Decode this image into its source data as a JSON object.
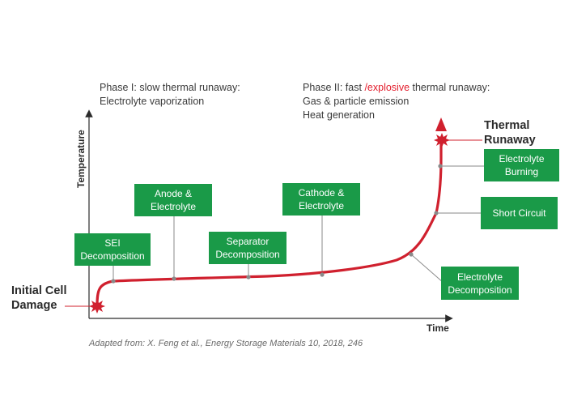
{
  "phase1": {
    "line1": "Phase I: slow thermal runaway:",
    "line2": "Electrolyte vaporization"
  },
  "phase2": {
    "line1_pre": "Phase II: fast ",
    "line1_red": "/explosive",
    "line1_post": " thermal runaway:",
    "line2": "Gas & particle emission",
    "line3": "Heat generation"
  },
  "axes": {
    "y": "Temperature",
    "x": "Time"
  },
  "start_label": [
    "Initial Cell",
    "Damage"
  ],
  "end_label": [
    "Thermal",
    "Runaway"
  ],
  "stages": [
    {
      "id": "sei",
      "lines": [
        "SEI",
        "Decomposition"
      ]
    },
    {
      "id": "anode",
      "lines": [
        "Anode &",
        "Electrolyte"
      ]
    },
    {
      "id": "separator",
      "lines": [
        "Separator",
        "Decomposition"
      ]
    },
    {
      "id": "cathode",
      "lines": [
        "Cathode &",
        "Electrolyte"
      ]
    },
    {
      "id": "electrolyte-decomp",
      "lines": [
        "Electrolyte",
        "Decomposition"
      ]
    },
    {
      "id": "short",
      "lines": [
        "Short Circuit"
      ]
    },
    {
      "id": "burning",
      "lines": [
        "Electrolyte",
        "Burning"
      ]
    }
  ],
  "source": "Adapted from: X. Feng et al., Energy Storage Materials 10, 2018, 246",
  "colors": {
    "box": "#1a9a48",
    "curve": "#d0202e",
    "accent": "#e31e2d",
    "connector": "#8a8a8a"
  }
}
